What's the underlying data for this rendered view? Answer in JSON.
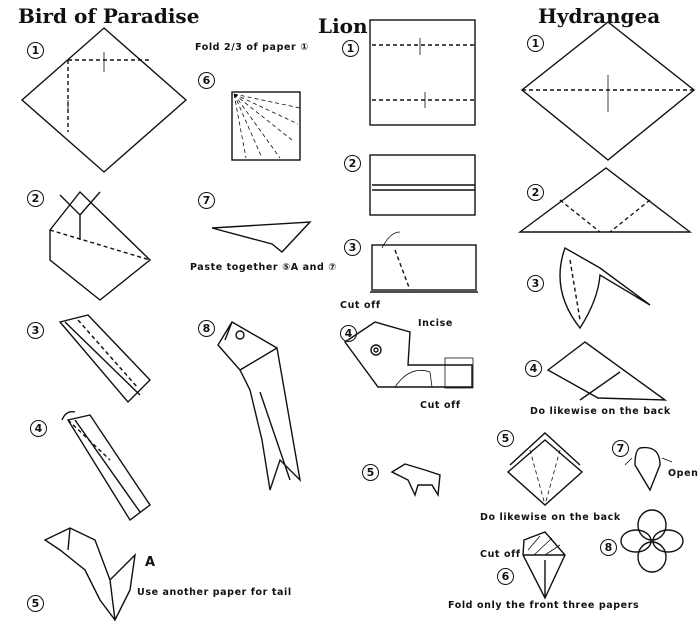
{
  "sections": [
    {
      "title": "Bird of Paradise",
      "steps": [
        "1",
        "2",
        "3",
        "4",
        "5",
        "6",
        "7",
        "8"
      ],
      "notes": {
        "fold": "Fold 2/3 of paper ①",
        "paste": "Paste together ⑤A and ⑦",
        "a": "A",
        "tail": "Use another paper for tail"
      }
    },
    {
      "title": "Lion",
      "steps": [
        "1",
        "2",
        "3",
        "4",
        "5"
      ],
      "notes": {
        "cut1": "Cut off",
        "incise": "Incise",
        "cut2": "Cut off"
      }
    },
    {
      "title": "Hydrangea",
      "steps": [
        "1",
        "2",
        "3",
        "4",
        "5",
        "6",
        "7",
        "8"
      ],
      "notes": {
        "likewise1": "Do likewise on the back",
        "likewise2": "Do likewise on the back",
        "open": "Open",
        "cut": "Cut off",
        "front": "Fold only the front three papers"
      }
    }
  ]
}
